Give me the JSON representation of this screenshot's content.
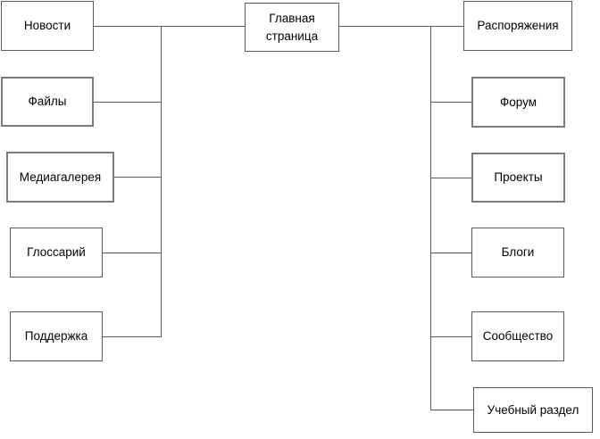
{
  "diagram": {
    "type": "site-structure-tree",
    "root": {
      "id": "glavnaya",
      "label": "Главная страница"
    },
    "left": [
      {
        "id": "novosti",
        "label": "Новости"
      },
      {
        "id": "faily",
        "label": "Файлы"
      },
      {
        "id": "mediagalereya",
        "label": "Медиагалерея"
      },
      {
        "id": "glossariy",
        "label": "Глоссарий"
      },
      {
        "id": "podderzhka",
        "label": "Поддержка"
      }
    ],
    "right": [
      {
        "id": "rasporyazheniya",
        "label": "Распоряжения"
      },
      {
        "id": "forum",
        "label": "Форум"
      },
      {
        "id": "proekty",
        "label": "Проекты"
      },
      {
        "id": "blogi",
        "label": "Блоги"
      },
      {
        "id": "soobshchestvo",
        "label": "Сообщество"
      },
      {
        "id": "uchebny_razdel",
        "label": "Учебный раздел"
      }
    ],
    "colors": {
      "border": "#5a5a5a",
      "line": "#5a5a5a",
      "background": "#ffffff",
      "text": "#000000"
    }
  }
}
